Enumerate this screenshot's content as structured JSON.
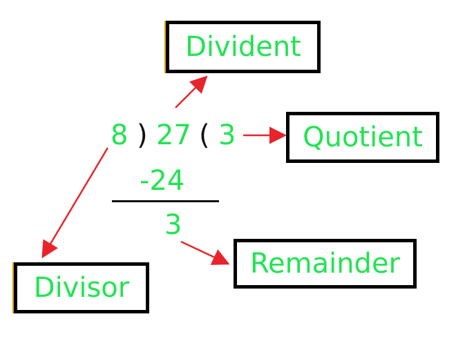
{
  "labels": {
    "divident": "Divident",
    "quotient": "Quotient",
    "remainder": "Remainder",
    "divisor": "Divisor"
  },
  "expression": {
    "divisor": "8",
    "close_paren": ")",
    "dividend": "27",
    "open_paren": "(",
    "quotient": "3",
    "subtraction": "-24",
    "remainder": "3"
  },
  "colors": {
    "text_green": "#22e352",
    "arrow_red": "#e8232b",
    "box_border": "#000000",
    "accent_yellow": "#d9a400"
  }
}
